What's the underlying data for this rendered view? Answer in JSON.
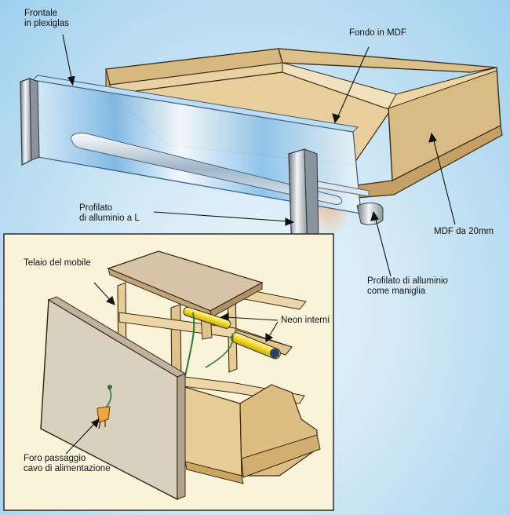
{
  "labels": {
    "frontale": "Frontale\nin plexiglas",
    "fondo": "Fondo in MDF",
    "profilato_l": "Profilato\ndi alluminio a L",
    "mdf": "MDF da 20mm",
    "maniglia": "Profilato di alluminio\ncome maniglia",
    "telaio": "Telaio del mobile",
    "neon": "Neon interni",
    "foro": "Foro passaggio\ncavo di alimentazione"
  },
  "colors": {
    "mdf": "#e2c896",
    "mdf_dark": "#c9a66a",
    "inset_bg": "#f9f3da",
    "neon": "#f2e04a",
    "aluminium": "#c9ced4"
  }
}
